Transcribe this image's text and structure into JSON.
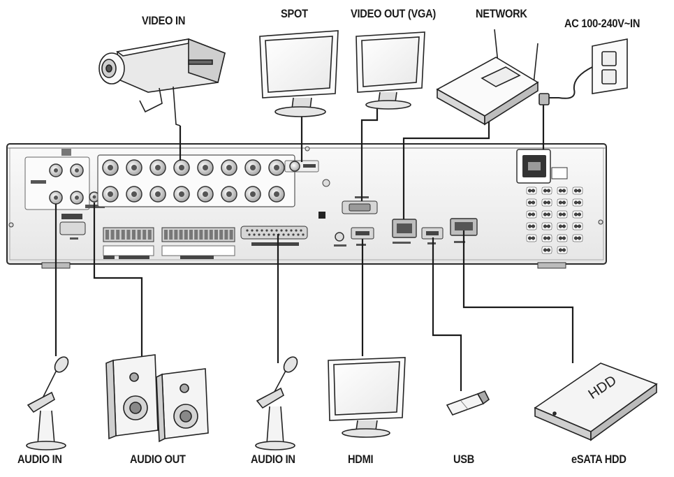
{
  "labels": {
    "video_in": "VIDEO IN",
    "spot": "SPOT",
    "video_out_vga": "VIDEO OUT (VGA)",
    "network": "NETWORK",
    "ac_power": "AC 100-240V~IN",
    "audio_in_left": "AUDIO IN",
    "audio_out": "AUDIO OUT",
    "audio_in_center": "AUDIO IN",
    "hdmi": "HDMI",
    "usb": "USB",
    "esata_hdd": "eSATA HDD"
  },
  "device_text": {
    "hdd_label": "HDD"
  },
  "colors": {
    "line": "#1a1a1a",
    "panel_fill": "#f4f4f4",
    "panel_edge": "#2a2a2a",
    "connector_gray": "#bfbfbf",
    "dark_port": "#3a3a3a"
  },
  "icons": [
    "cctv-camera-icon",
    "spot-monitor-icon",
    "vga-monitor-icon",
    "router-icon",
    "power-outlet-icon",
    "microphone-icon",
    "speakers-icon",
    "hdmi-monitor-icon",
    "usb-stick-icon",
    "external-hdd-icon"
  ]
}
